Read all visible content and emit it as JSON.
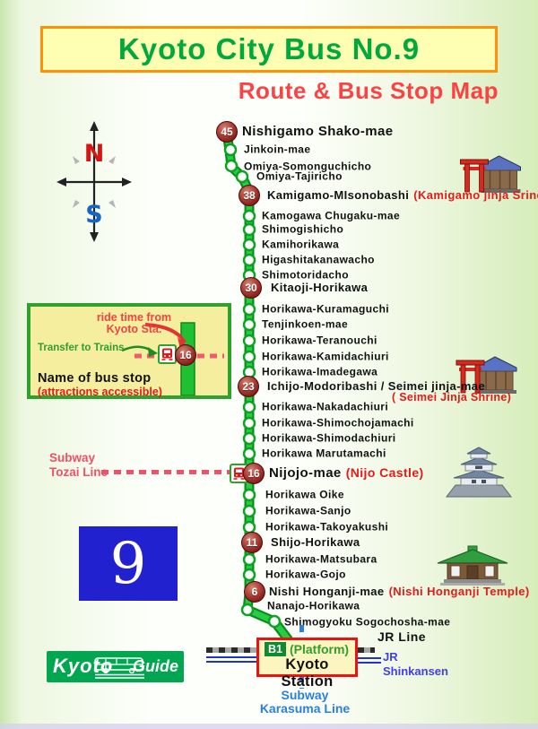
{
  "header": {
    "title": "Kyoto City Bus No.9",
    "subtitle": "Route & Bus Stop Map"
  },
  "compass": {
    "north": "N",
    "south": "S"
  },
  "legend": {
    "ride_time_line1": "ride time from",
    "ride_time_line2": "Kyoto Sta.",
    "transfer_label": "Transfer to Trains",
    "name_label": "Name of bus stop",
    "attractions_label": "(attractions accessible)",
    "sample_number": "16"
  },
  "tozai": {
    "line1": "Subway",
    "line2": "Tozai Line"
  },
  "badge": {
    "number": "9"
  },
  "logo": {
    "left": "Kyoto",
    "right": "Guide"
  },
  "station": {
    "platform_code": "B1",
    "platform_label": "(Platform)",
    "name": "Kyoto Station",
    "jr_line": "JR Line",
    "shinkansen_line1": "JR",
    "shinkansen_line2": "Shinkansen",
    "karasuma_line1": "Subway",
    "karasuma_line2": "Karasuma Line"
  },
  "route": {
    "stops": [
      {
        "num": "45",
        "name": "Nishigamo Shako-mae"
      },
      {
        "name": "Jinkoin-mae"
      },
      {
        "name": "Omiya-Somonguchicho"
      },
      {
        "name": "Omiya-Tajiricho"
      },
      {
        "num": "38",
        "name": "Kamigamo-MIsonobashi",
        "attraction": "(Kamigamo jinja Srine)"
      },
      {
        "name": "Kamogawa Chugaku-mae"
      },
      {
        "name": "Shimogishicho"
      },
      {
        "name": "Kamihorikawa"
      },
      {
        "name": "Higashitakanawacho"
      },
      {
        "name": "Shimotoridacho"
      },
      {
        "num": "30",
        "name": "Kitaoji-Horikawa"
      },
      {
        "name": "Horikawa-Kuramaguchi"
      },
      {
        "name": "Tenjinkoen-mae"
      },
      {
        "name": "Horikawa-Teranouchi"
      },
      {
        "name": "Horikawa-Kamidachiuri"
      },
      {
        "name": "Horikawa-Imadegawa"
      },
      {
        "num": "23",
        "name": "Ichijo-Modoribashi / Seimei jinja-mae",
        "attraction": "( Seimei Jinja Shrine)"
      },
      {
        "name": "Horikawa-Nakadachiuri"
      },
      {
        "name": "Horikawa-Shimochojamachi"
      },
      {
        "name": "Horikawa-Shimodachiuri"
      },
      {
        "name": "Horikawa Marutamachi"
      },
      {
        "num": "16",
        "name": "Nijojo-mae",
        "attraction": "(Nijo Castle)"
      },
      {
        "name": "Horikawa Oike"
      },
      {
        "name": "Horikawa-Sanjo"
      },
      {
        "name": "Horikawa-Takoyakushi"
      },
      {
        "num": "11",
        "name": "Shijo-Horikawa"
      },
      {
        "name": "Horikawa-Matsubara"
      },
      {
        "name": "Horikawa-Gojo"
      },
      {
        "num": "6",
        "name": "Nishi Honganji-mae",
        "attraction": "(Nishi Honganji Temple)"
      },
      {
        "name": "Nanajo-Horikawa"
      },
      {
        "name": "Shimogyoku Sogochosha-mae"
      }
    ]
  },
  "icons": {
    "compass": "compass-rose-icon",
    "shrine": "torii-shrine-icon",
    "castle": "castle-icon",
    "temple": "temple-icon",
    "train_transfer": "train-transfer-icon",
    "bus_logo": "bus-icon"
  },
  "colors": {
    "route_green": "#12bf2e",
    "stop_number_maroon": "#8c1f1c",
    "title_green": "#00a93c",
    "subtitle_red": "#fb4343",
    "banner_yellow": "#ffffb3",
    "banner_border_orange": "#ff9102",
    "attraction_red": "#e21b1b",
    "tozai_pink": "#f25066",
    "karasuma_blue": "#2b80d8",
    "shinkansen_blue": "#4040e8",
    "badge_blue": "#2121cf",
    "logo_green": "#00a650",
    "station_border_red": "#ee1111"
  }
}
